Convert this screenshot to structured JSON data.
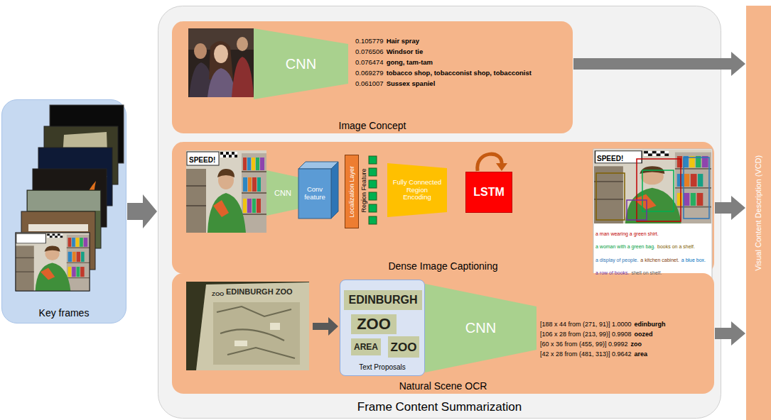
{
  "diagram": {
    "nodes": [
      {
        "text": [
          "Key frames"
        ]
      },
      {
        "text": [
          "Frame Content Summarization"
        ]
      },
      {
        "text": [
          "Image Concept"
        ],
        "in": 1
      },
      {
        "text": [
          "CNN"
        ],
        "in": 2
      },
      {
        "text": [
          "Dense Image Captioning"
        ],
        "in": 1
      },
      {
        "text": [
          "CNN"
        ],
        "in": 4
      },
      {
        "text": [
          "Conv feature"
        ],
        "in": 4
      },
      {
        "text": [
          "Localization Layer"
        ],
        "in": 4
      },
      {
        "text": [
          "Fully Connected Region Encoding"
        ],
        "in": 4
      },
      {
        "text": [
          "LSTM"
        ],
        "in": 4
      },
      {
        "text": [
          "Natural Scene OCR"
        ],
        "in": 1
      },
      {
        "text": [
          "Text Proposals"
        ],
        "in": 10
      },
      {
        "text": [
          "CNN"
        ],
        "in": 10
      },
      {
        "text": [
          "Visual Content Description (VCD)"
        ]
      }
    ],
    "edges": [
      {
        "from": 0,
        "to": 1,
        "arrow": "to"
      },
      {
        "from": 2,
        "to": 13,
        "arrow": "to"
      },
      {
        "from": 4,
        "to": 13,
        "arrow": "to"
      },
      {
        "from": 10,
        "to": 13,
        "arrow": "to"
      }
    ],
    "labels": [
      "0.105779",
      "Hair spray",
      "0.076506",
      "Windsor tie",
      "0.076474",
      "gong, tam-tam",
      "0.069279",
      "tobacco shop, tobacconist shop, tobacconist",
      "0.061007",
      "Sussex spaniel",
      "SPEED!",
      "Region Feature",
      "SPEED!",
      "a man wearing a green shirt.",
      "a woman with a green bag.",
      "books on a shelf.",
      "a display of people.",
      "a kitchen cabinet.",
      "a blue box.",
      "a row of books.",
      "shell on shelf.",
      "ZOO",
      "EDINBURGH ZOO",
      "EDINBURGH",
      "ZOO",
      "AREA",
      "ZOO",
      "[188 x 44 from (271, 91)] 1.0000",
      "edinburgh",
      "[106 x 28 from (213, 99)] 0.9908",
      "oozed",
      "[60 x 36 from (455, 99)] 0.9992",
      "zoo",
      "[42 x 28 from (481, 313)] 0.9642",
      "area"
    ]
  }
}
